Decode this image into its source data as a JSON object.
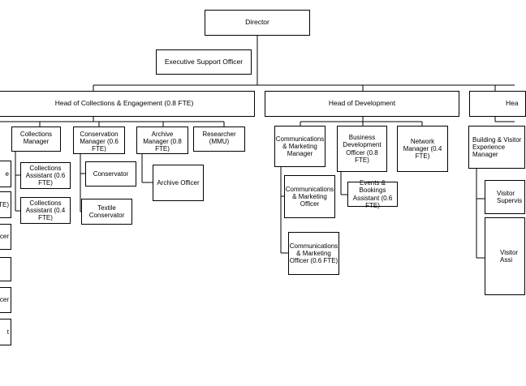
{
  "org": {
    "director": "Director",
    "exec_support": "Executive Support Officer",
    "heads": {
      "collections": "Head of Collections & Engagement (0.8 FTE)",
      "development": "Head of Development",
      "third_partial": "Hea"
    },
    "collections": {
      "collections_manager": "Collections Manager",
      "collections_assistant_06": "Collections Assistant (0.6 FTE)",
      "collections_assistant_04": "Collections Assistant (0.4 FTE)",
      "conservation_manager": "Conservation Manager (0.6 FTE)",
      "conservator": "Conservator",
      "textile_conservator": "Textile Conservator",
      "archive_manager": "Archive Manager (0.8 FTE)",
      "archive_officer": "Archive Officer",
      "researcher": "Researcher (MMU)",
      "left_partial": [
        "e",
        "TE)",
        "cer",
        "cer",
        "t"
      ]
    },
    "development": {
      "comms_manager": "Communications & Marketing Manager",
      "comms_officer": "Communications & Marketing Officer",
      "comms_officer_06": "Communications & Marketing Officer (0.6 FTE)",
      "bdo": "Business Development Officer (0.8 FTE)",
      "events": "Events & Bookings Assistant (0.6 FTE)",
      "network_manager": "Network Manager (0.4 FTE)"
    },
    "third": {
      "building_manager": "Building & Visitor Experience Manager",
      "visitor_supervisor": "Visitor Supervis",
      "visitor_assistant": "Visitor Assi"
    }
  }
}
